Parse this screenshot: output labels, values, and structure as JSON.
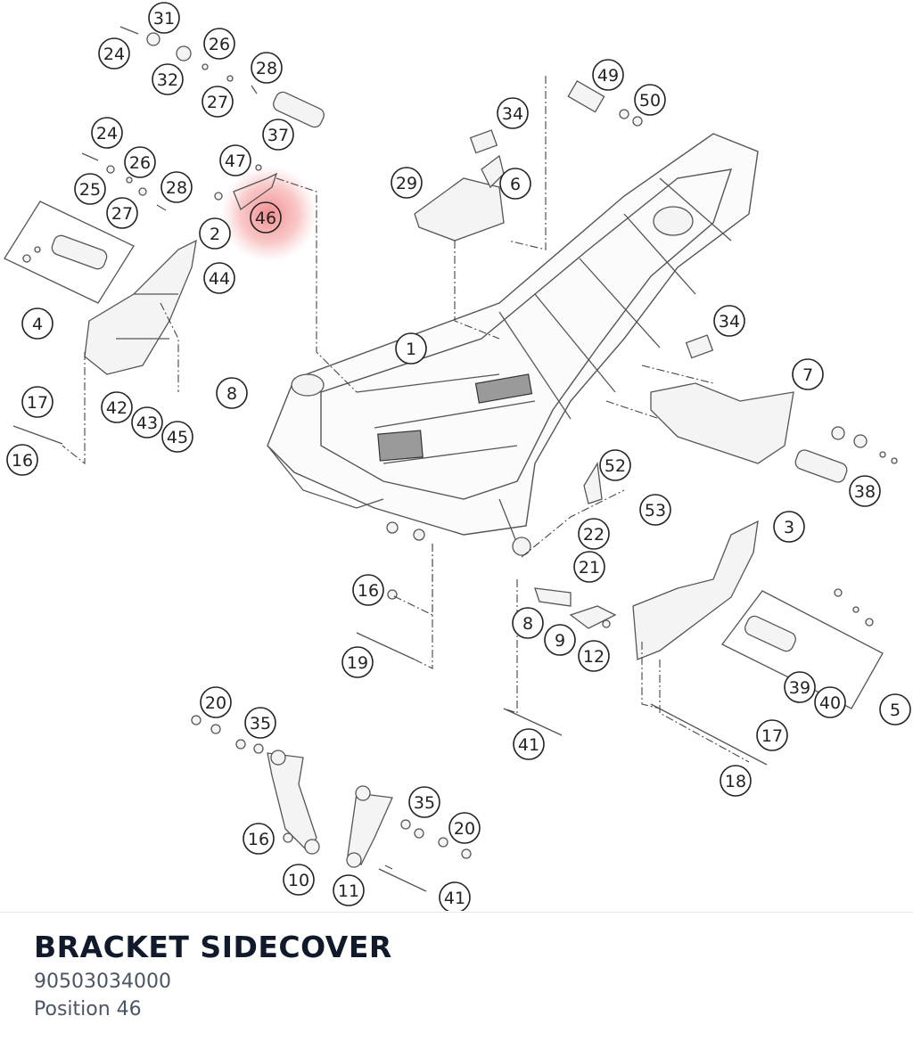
{
  "part": {
    "title": "BRACKET SIDECOVER",
    "number": "90503034000",
    "position": "Position 46"
  },
  "highlight": {
    "callout": "46",
    "color": "#f08a8a"
  },
  "callouts": [
    "31",
    "24",
    "26",
    "32",
    "27",
    "28",
    "37",
    "24",
    "26",
    "25",
    "28",
    "27",
    "47",
    "46",
    "2",
    "4",
    "44",
    "17",
    "42",
    "43",
    "45",
    "16",
    "8",
    "1",
    "34",
    "29",
    "6",
    "49",
    "50",
    "34",
    "7",
    "52",
    "53",
    "38",
    "3",
    "22",
    "21",
    "16",
    "8",
    "9",
    "12",
    "19",
    "5",
    "39",
    "40",
    "20",
    "35",
    "17",
    "18",
    "41",
    "16",
    "10",
    "11",
    "35",
    "20",
    "41"
  ]
}
